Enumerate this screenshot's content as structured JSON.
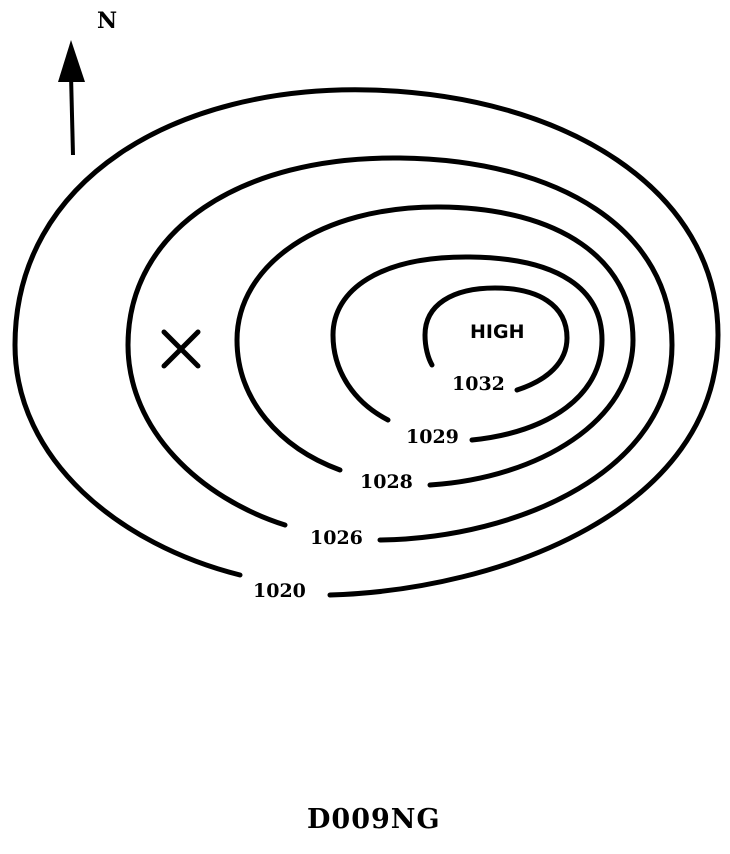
{
  "north": {
    "label": "N"
  },
  "pressure_system": {
    "label": "HIGH"
  },
  "isobars": [
    {
      "value": "1032"
    },
    {
      "value": "1029"
    },
    {
      "value": "1028"
    },
    {
      "value": "1026"
    },
    {
      "value": "1020"
    }
  ],
  "marker": {
    "symbol": "X"
  },
  "code": "D009NG"
}
